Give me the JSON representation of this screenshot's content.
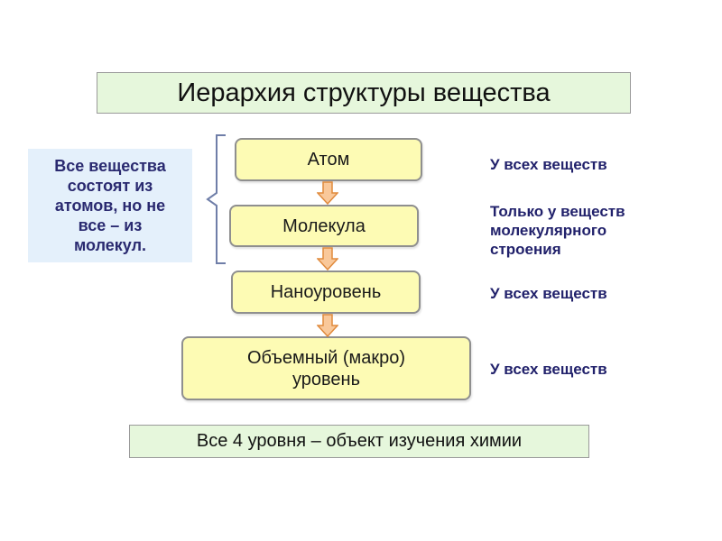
{
  "title": "Иерархия структуры вещества",
  "left_note": "Все вещества\nсостоят из\nатомов, но не\nвсе – из\nмолекул.",
  "levels": [
    {
      "label": "Атом",
      "note": "У всех веществ"
    },
    {
      "label": "Молекула",
      "note": "Только у веществ\nмолекулярного\nстроения"
    },
    {
      "label": "Наноуровень",
      "note": "У всех веществ"
    },
    {
      "label": "Объемный (макро)\nуровень",
      "note": "У всех веществ"
    }
  ],
  "footer": "Все 4 уровня – объект изучения химии",
  "colors": {
    "title_bg": "#e6f7dc",
    "note_bg": "#e4f0fb",
    "level_fill": "#fdfbb4",
    "arrow_fill": "#f9c89a",
    "arrow_stroke": "#e08a3c",
    "note_text": "#21216b"
  }
}
